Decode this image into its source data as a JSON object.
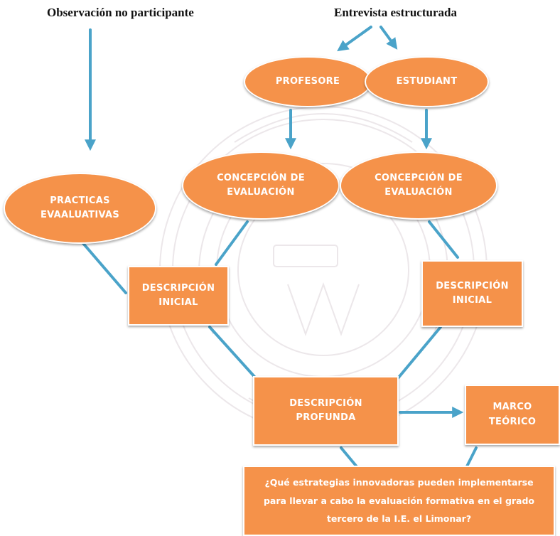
{
  "headings": {
    "left": "Observación no participante",
    "right": "Entrevista estructurada"
  },
  "nodes": {
    "profesore": "PROFESORE",
    "estudiant": "ESTUDIANT",
    "concepcion_left": "CONCEPCIÓN DE\nEVALUACIÓN",
    "concepcion_right": "CONCEPCIÓN DE\nEVALUACIÓN",
    "practicas": "PRACTICAS\nEVAALUATIVAS",
    "descripcion_inicial_left": "DESCRIPCIÓN\nINICIAL",
    "descripcion_inicial_right": "DESCRIPCIÓN\nINICIAL",
    "descripcion_profunda": "DESCRIPCIÓN\nPROFUNDA",
    "marco_teorico": "MARCO\nTEÓRICO",
    "question": "¿Qué estrategias innovadoras pueden implementarse\npara llevar a cabo la evaluación formativa en el grado\ntercero de la I.E. el Limonar?"
  },
  "colors": {
    "node_fill": "#f5924a",
    "arrow": "#4aa3c9"
  }
}
